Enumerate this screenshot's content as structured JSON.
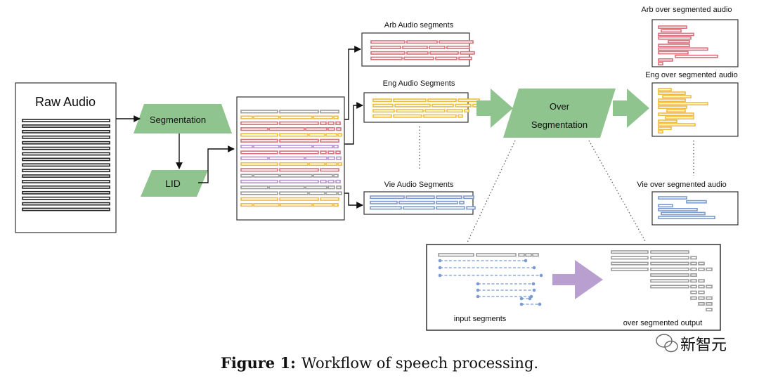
{
  "labels": {
    "raw_audio": "Raw Audio",
    "segmentation": "Segmentation",
    "lid": "LID",
    "arb_segments": "Arb Audio segments",
    "eng_segments": "Eng Audio Segments",
    "vie_segments": "Vie Audio Segments",
    "over_line1": "Over",
    "over_line2": "Segmentation",
    "arb_over": "Arb over segmented audio",
    "eng_over": "Eng over segmented audio",
    "vie_over": "Vie over segmented audio",
    "input_segments": "input segments",
    "over_output": "over segmented output"
  },
  "caption": {
    "label": "Figure 1:",
    "text": "Workflow of speech processing."
  },
  "watermark": "新智元",
  "colors": {
    "gray": "#9a9a9a",
    "red": "#d9707a",
    "yellow": "#efbc3b",
    "purple": "#b493cc",
    "blue": "#7b9bd0",
    "green": "#8fc48f",
    "arrow_purple": "#b99fd0"
  }
}
